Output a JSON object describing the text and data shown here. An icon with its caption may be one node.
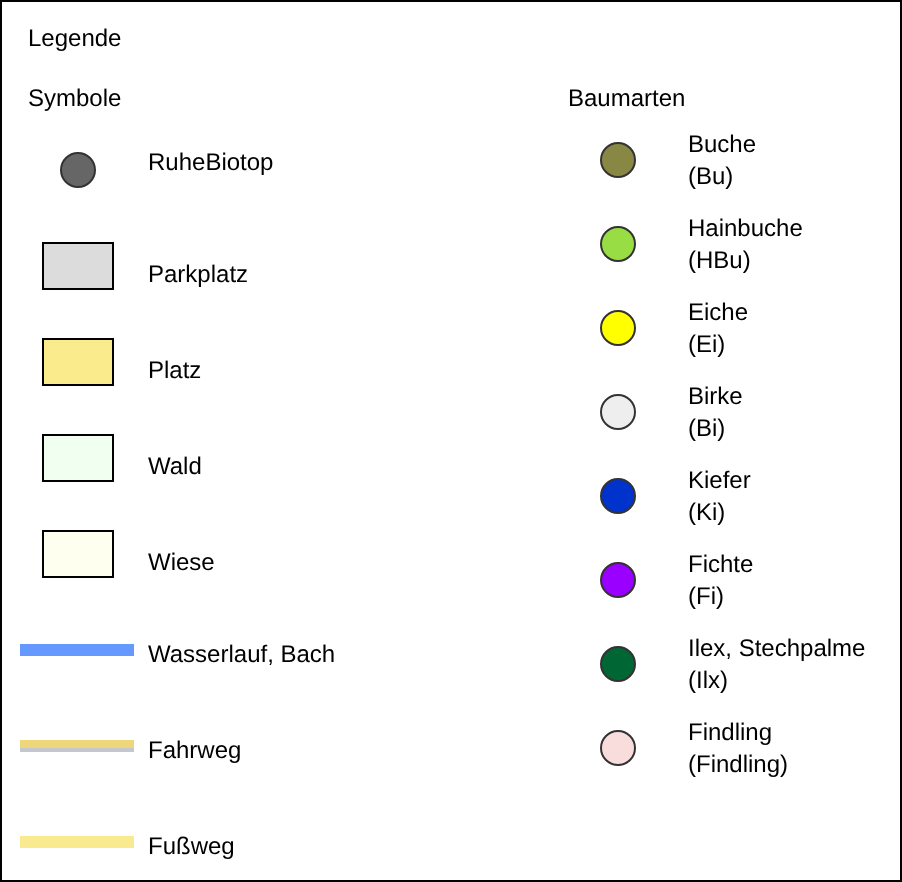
{
  "diagram": {
    "title": "Legende",
    "labels": [
      "Symbole",
      "Baumarten"
    ],
    "legend": [
      {
        "text": "RuheBiotop",
        "color": "#666666"
      },
      {
        "text": "Parkplatz",
        "color": "#dcdcdc"
      },
      {
        "text": "Platz",
        "color": "#faec8c"
      },
      {
        "text": "Wald",
        "color": "#f0fff0"
      },
      {
        "text": "Wiese",
        "color": "#fffff0"
      },
      {
        "text": "Wasserlauf, Bach"
      },
      {
        "text": "Fahrweg"
      },
      {
        "text": "Fußweg"
      },
      {
        "text": "Buche (Bu)",
        "color": "#888844"
      },
      {
        "text": "Hainbuche (HBu)",
        "color": "#99dd44"
      },
      {
        "text": "Eiche (Ei)",
        "color": "#ffff00"
      },
      {
        "text": "Birke (Bi)",
        "color": "#eeeeee"
      },
      {
        "text": "Kiefer (Ki)",
        "color": "#0033cc"
      },
      {
        "text": "Fichte (Fi)",
        "color": "#9900ff"
      },
      {
        "text": "Ilex, Stechpalme (Ilx)",
        "color": "#006633"
      },
      {
        "text": "Findling (Findling)",
        "color": "#f9dddd"
      }
    ]
  }
}
